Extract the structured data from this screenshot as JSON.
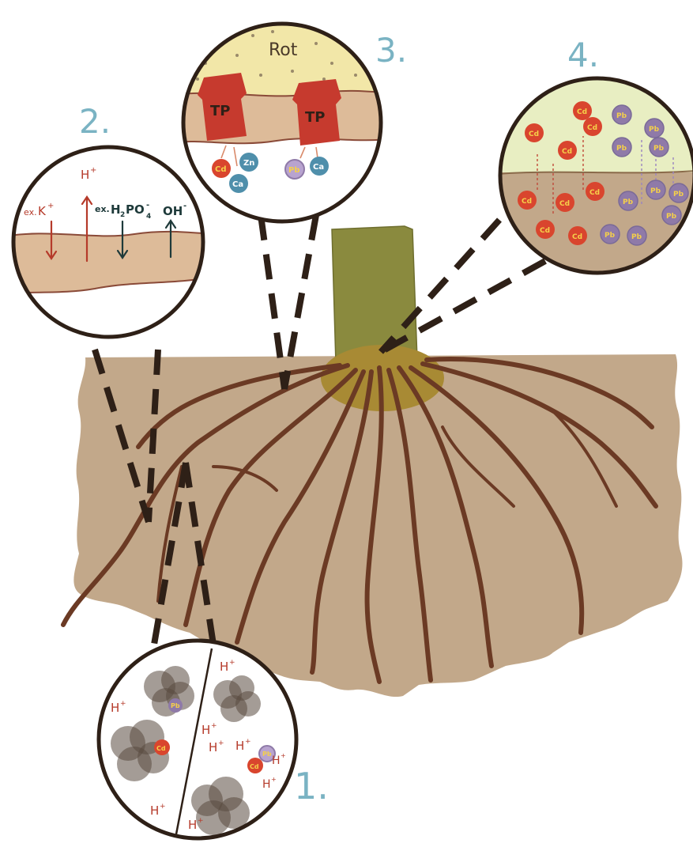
{
  "panel_numbers": {
    "p1": "1.",
    "p2": "2.",
    "p3": "3.",
    "p4": "4."
  },
  "panel2": {
    "exk_prefix": "ex.",
    "k_ion": "K",
    "k_charge": "+",
    "h_ion": "H",
    "h_charge": "+",
    "ex_prefix": "ex.",
    "phosphate": "H",
    "phosphate_sub1": "2",
    "phosphate_po": "PO",
    "phosphate_sub2": "4",
    "phosphate_charge": "-",
    "oh_ion": "OH",
    "oh_charge": "-"
  },
  "panel3": {
    "rot_label": "Rot",
    "transporter_label": "TP",
    "ions": {
      "cd": "Cd",
      "zn": "Zn",
      "ca": "Ca",
      "pb": "Pb"
    }
  },
  "panel4": {
    "cd": "Cd",
    "pb": "Pb"
  },
  "panel1": {
    "h_ion": "H",
    "h_charge": "+",
    "pb": "Pb",
    "cd": "Cd"
  },
  "colors": {
    "soil": "#c2a88a",
    "root": "#6b3a24",
    "stem": "#8a8a3e",
    "root_collar": "#a88a34",
    "root_tissue": "#ddbb99",
    "transporter": "#c63a2e",
    "cd_ion": "#d9452e",
    "pb_ion": "#8f7aa8",
    "panel_number": "#7ab3c3",
    "outline": "#2e2017"
  }
}
